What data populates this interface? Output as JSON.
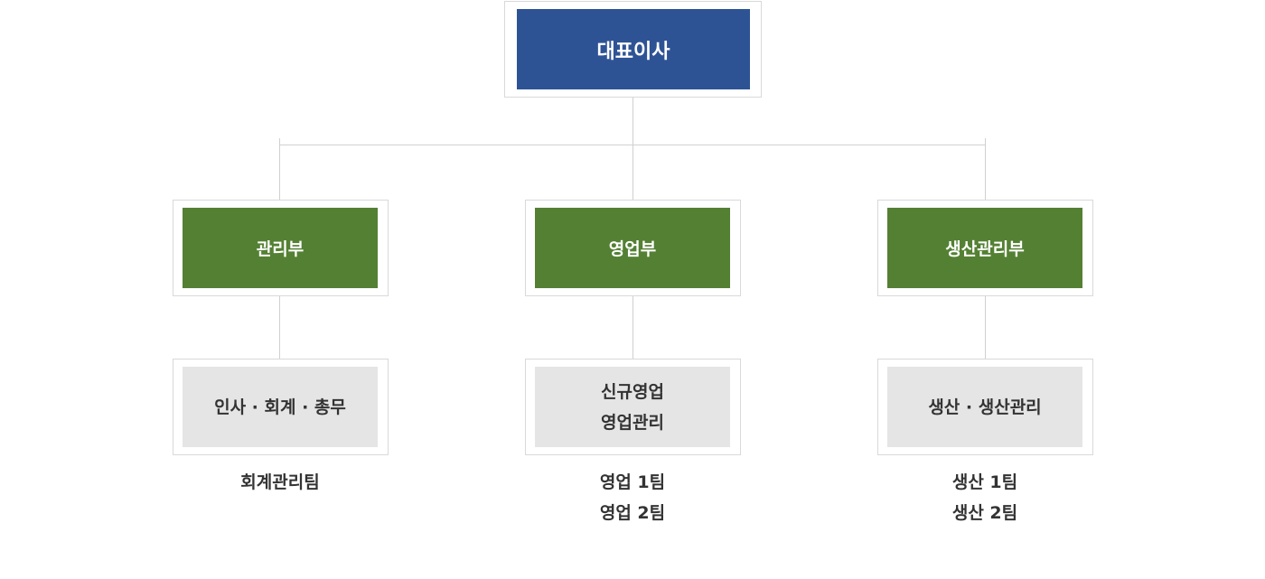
{
  "ceo": {
    "label": "대표이사"
  },
  "departments": [
    {
      "label": "관리부",
      "functions": [
        "인사 · 회계 · 총무"
      ],
      "teams": [
        "회계관리팀"
      ]
    },
    {
      "label": "영업부",
      "functions": [
        "신규영업",
        "영업관리"
      ],
      "teams": [
        "영업 1팀",
        "영업 2팀"
      ]
    },
    {
      "label": "생산관리부",
      "functions": [
        "생산 · 생산관리"
      ],
      "teams": [
        "생산 1팀",
        "생산 2팀"
      ]
    }
  ],
  "colors": {
    "ceo_box": "#2e5395",
    "department_box": "#548033",
    "function_box": "#e5e5e5",
    "connector_line": "#d0d0d0",
    "frame_border": "#d9d9d9",
    "text_dark": "#333333",
    "text_light": "#ffffff"
  }
}
